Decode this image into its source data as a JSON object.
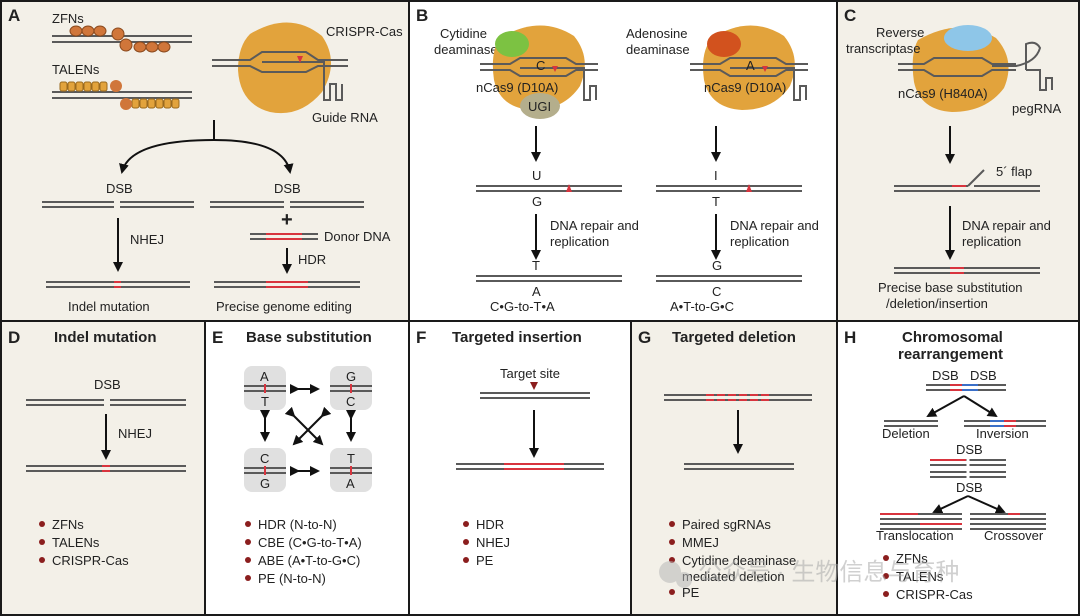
{
  "colors": {
    "panel_bg": "#f3f0e8",
    "enzyme": "#e2a33c",
    "cytidine": "#7cc242",
    "adenosine": "#d2521e",
    "rt": "#8ec6e8",
    "ugi": "#b4ae8c",
    "edit_red": "#d8343e",
    "strand": "#5a5a5a",
    "zf": "#d0763a",
    "border": "#1a1a1a"
  },
  "panelA": {
    "letter": "A",
    "zfns": "ZFNs",
    "talens": "TALENs",
    "crispr": "CRISPR-Cas",
    "guide": "Guide RNA",
    "dsb_left": "DSB",
    "dsb_right": "DSB",
    "plus": "+",
    "donor": "Donor DNA",
    "nhej": "NHEJ",
    "hdr": "HDR",
    "out_left": "Indel mutation",
    "out_right": "Precise genome editing"
  },
  "panelB": {
    "letter": "B",
    "cyt": [
      "Cytidine",
      "deaminase"
    ],
    "ade": [
      "Adenosine",
      "deaminase"
    ],
    "nick_left": "nCas9 (D10A)",
    "nick_right": "nCas9 (D10A)",
    "ugi": "UGI",
    "base_c": "C",
    "base_a": "A",
    "mid_top_left": "U",
    "mid_bot_left": "G",
    "mid_top_right": "I",
    "mid_bot_right": "T",
    "repair_left": [
      "DNA repair and",
      "replication"
    ],
    "repair_right": [
      "DNA repair and",
      "replication"
    ],
    "fin_top_left": "T",
    "fin_bot_left": "A",
    "fin_top_right": "G",
    "fin_bot_right": "C",
    "conv_left": "C•G-to-T•A",
    "conv_right": "A•T-to-G•C"
  },
  "panelC": {
    "letter": "C",
    "rt": [
      "Reverse",
      "transcriptase"
    ],
    "nick": "nCas9 (H840A)",
    "peg": "pegRNA",
    "flap": "5´ flap",
    "repair": [
      "DNA repair and",
      "replication"
    ],
    "out": [
      "Precise base substitution",
      "/deletion/insertion"
    ]
  },
  "panelD": {
    "letter": "D",
    "title": "Indel mutation",
    "dsb": "DSB",
    "nhej": "NHEJ",
    "tools": [
      "ZFNs",
      "TALENs",
      "CRISPR-Cas"
    ]
  },
  "panelE": {
    "letter": "E",
    "title": "Base substitution",
    "pairs": [
      [
        "A",
        "T"
      ],
      [
        "G",
        "C"
      ],
      [
        "C",
        "G"
      ],
      [
        "T",
        "A"
      ]
    ],
    "tools": [
      "HDR (N-to-N)",
      "CBE (C•G-to-T•A)",
      "ABE (A•T-to-G•C)",
      "PE (N-to-N)"
    ]
  },
  "panelF": {
    "letter": "F",
    "title": "Targeted insertion",
    "site": "Target site",
    "tools": [
      "HDR",
      "NHEJ",
      "PE"
    ]
  },
  "panelG": {
    "letter": "G",
    "title": "Targeted deletion",
    "tools": [
      "Paired sgRNAs",
      "MMEJ",
      "Cytidine deaminase",
      "mediated deletion",
      "PE"
    ]
  },
  "panelH": {
    "letter": "H",
    "title": [
      "Chromosomal",
      "rearrangement"
    ],
    "dsb_a": "DSB",
    "dsb_b": "DSB",
    "deletion": "Deletion",
    "inversion": "Inversion",
    "dsb_c": "DSB",
    "dsb_d": "DSB",
    "translocation": "Translocation",
    "crossover": "Crossover",
    "tools": [
      "ZFNs",
      "TALENs",
      "CRISPR-Cas"
    ]
  },
  "watermark": "公众号 · 生物信息与育种"
}
